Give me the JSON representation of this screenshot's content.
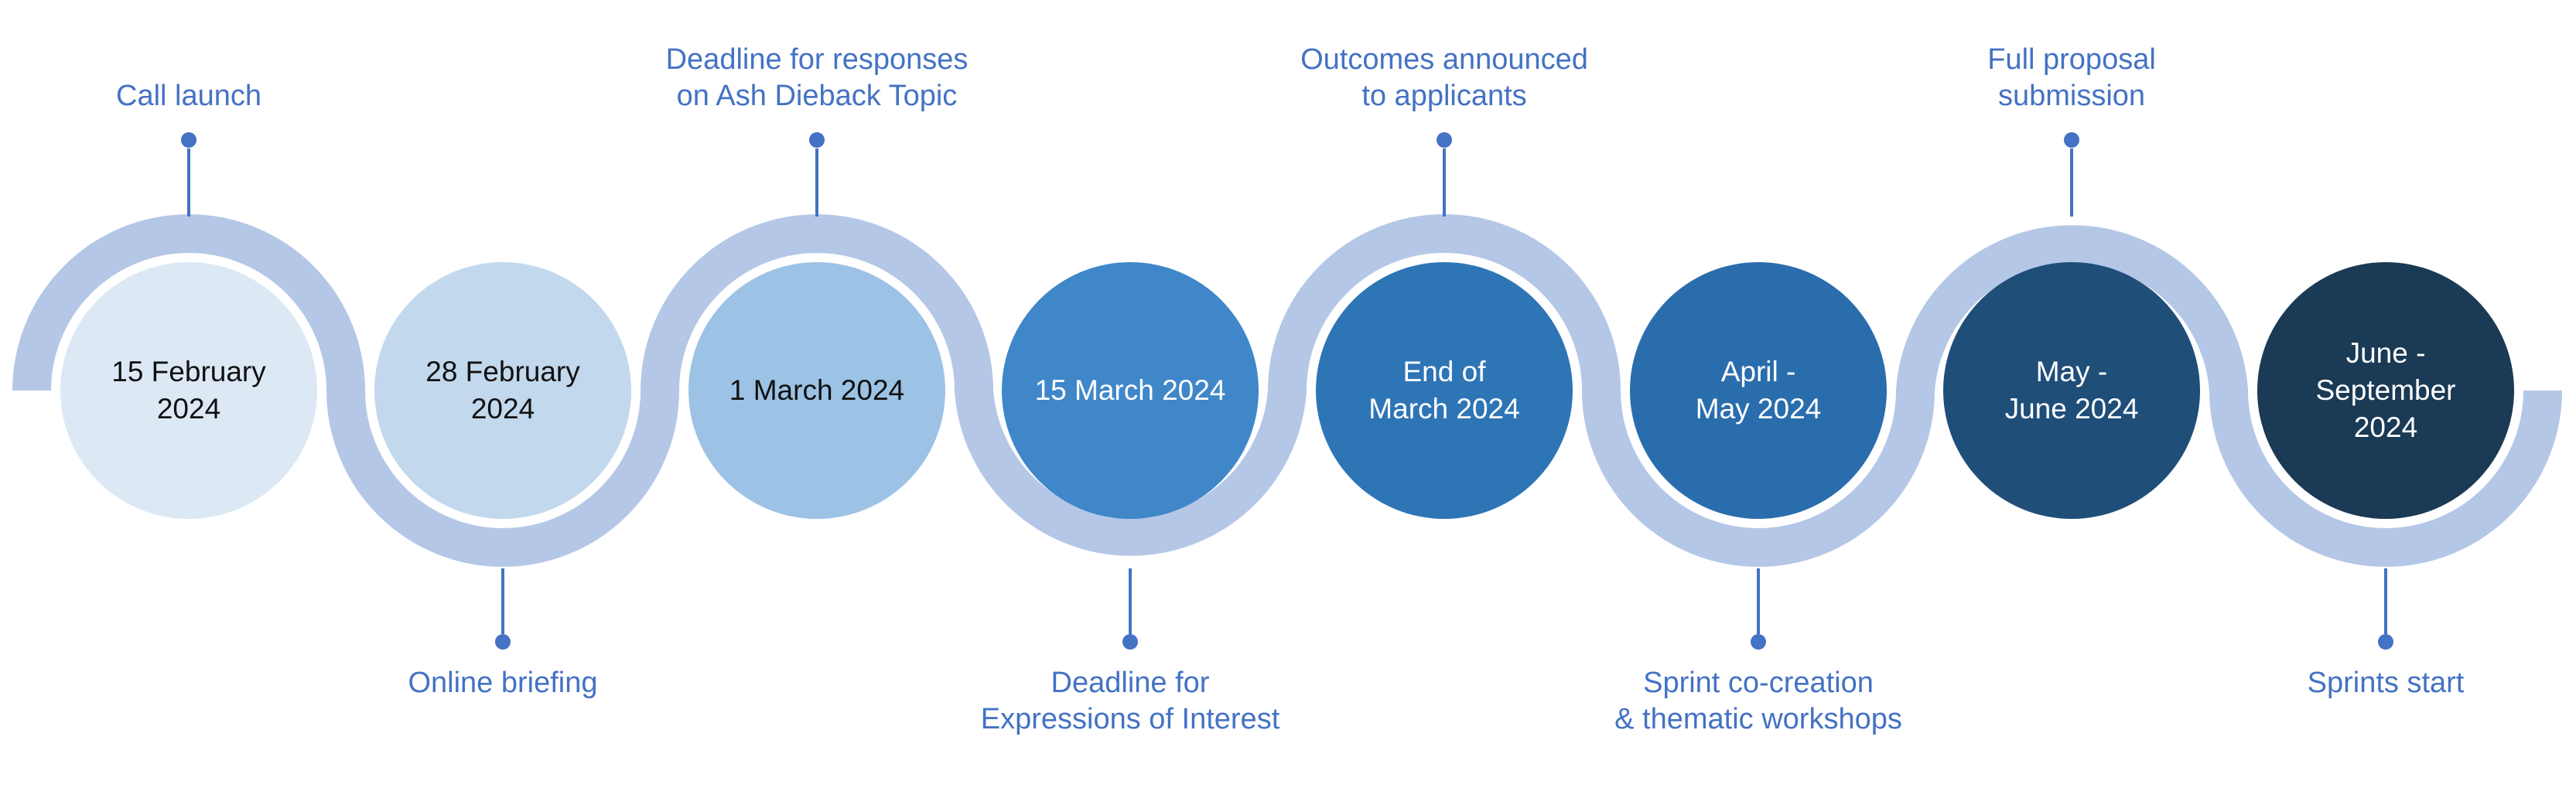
{
  "diagram_type": "timeline",
  "ribbon": {
    "color": "#b4c7e7"
  },
  "connector": {
    "color": "#4472c4"
  },
  "label_color": "#4472c4",
  "milestones": [
    {
      "date": "15 February\n2024",
      "label": "Call launch",
      "label_position": "top",
      "circle_color": "#dce9f5",
      "text_color": "#111111"
    },
    {
      "date": "28 February\n2024",
      "label": "Online briefing",
      "label_position": "bottom",
      "circle_color": "#c2d8ec",
      "text_color": "#111111"
    },
    {
      "date": "1 March 2024",
      "label": "Deadline for responses\non Ash Dieback Topic",
      "label_position": "top",
      "circle_color": "#9cc2e5",
      "text_color": "#111111"
    },
    {
      "date": "15 March 2024",
      "label": "Deadline for\nExpressions of Interest",
      "label_position": "bottom",
      "circle_color": "#3f87c9",
      "text_color": "#ffffff"
    },
    {
      "date": "End of\nMarch 2024",
      "label": "Outcomes announced\nto applicants",
      "label_position": "top",
      "circle_color": "#2e75b6",
      "text_color": "#ffffff"
    },
    {
      "date": "April -\nMay 2024",
      "label": "Sprint co-creation\n& thematic workshops",
      "label_position": "bottom",
      "circle_color": "#2a6dad",
      "text_color": "#ffffff"
    },
    {
      "date": "May -\nJune 2024",
      "label": "Full proposal\nsubmission",
      "label_position": "top",
      "circle_color": "#1f4e79",
      "text_color": "#ffffff"
    },
    {
      "date": "June -\nSeptember\n2024",
      "label": "Sprints start",
      "label_position": "bottom",
      "circle_color": "#1a3a55",
      "text_color": "#ffffff"
    }
  ]
}
